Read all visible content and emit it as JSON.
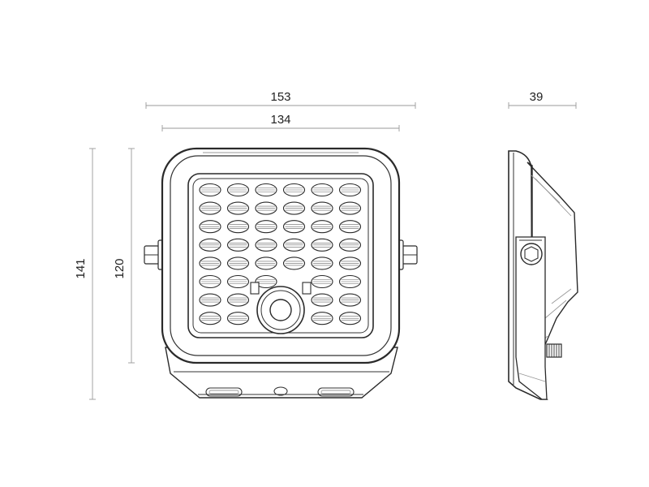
{
  "dimensions": {
    "width_outer": "153",
    "width_inner": "134",
    "depth": "39",
    "height_outer": "141",
    "height_inner": "120"
  },
  "led_grid": {
    "rows": 8,
    "cols": 6
  },
  "colors": {
    "line": "#2a2a2a",
    "dim_line": "#999999",
    "background": "#ffffff"
  }
}
